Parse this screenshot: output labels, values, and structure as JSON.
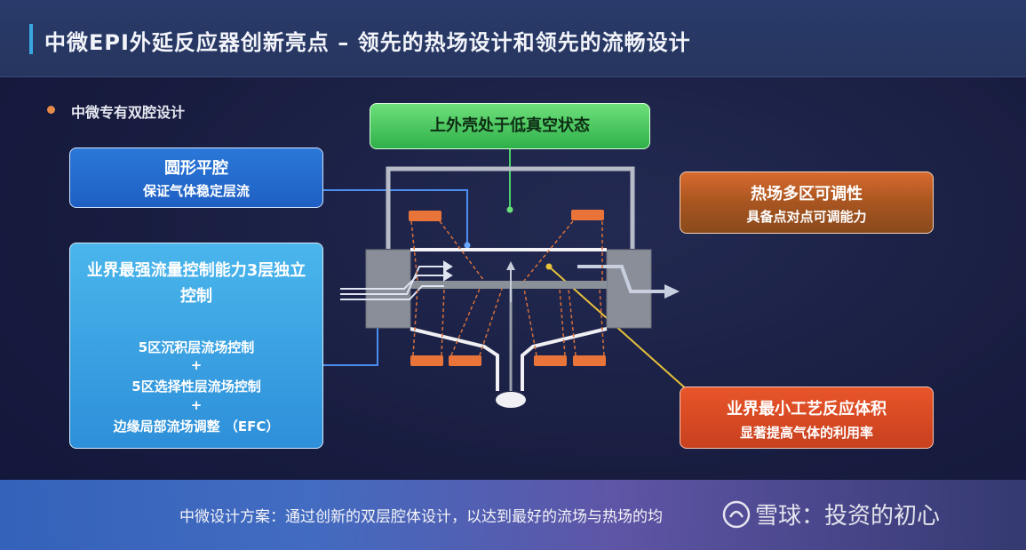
{
  "header": {
    "title": "中微EPI外延反应器创新亮点 – 领先的热场设计和领先的流畅设计"
  },
  "bullet": {
    "text": "中微专有双腔设计"
  },
  "boxes": {
    "round_chamber": {
      "line1": "圆形平腔",
      "line2": "保证气体稳定层流"
    },
    "flow_control": {
      "title": "业界最强流量控制能力3层独立控制",
      "item1": "5区沉积层流场控制",
      "plus1": "+",
      "item2": "5区选择性层流场控制",
      "plus2": "+",
      "item3": "边缘局部流场调整 （EFC）"
    },
    "vacuum": {
      "label": "上外壳处于低真空状态"
    },
    "heat_zone": {
      "line1": "热场多区可调性",
      "line2": "具备点对点可调能力"
    },
    "min_volume": {
      "line1": "业界最小工艺反应体积",
      "line2": "显著提高气体的利用率"
    }
  },
  "footer": {
    "text": "中微设计方案：通过创新的双层腔体设计，以达到最好的流场与热场的均"
  },
  "watermark": {
    "text": "雪球：投资的初心"
  },
  "colors": {
    "accent_bar": "#3aa6e0",
    "heater": "#e8743a",
    "leader_yellow": "#e8c23a",
    "leader_blue": "#4a8ef0"
  }
}
